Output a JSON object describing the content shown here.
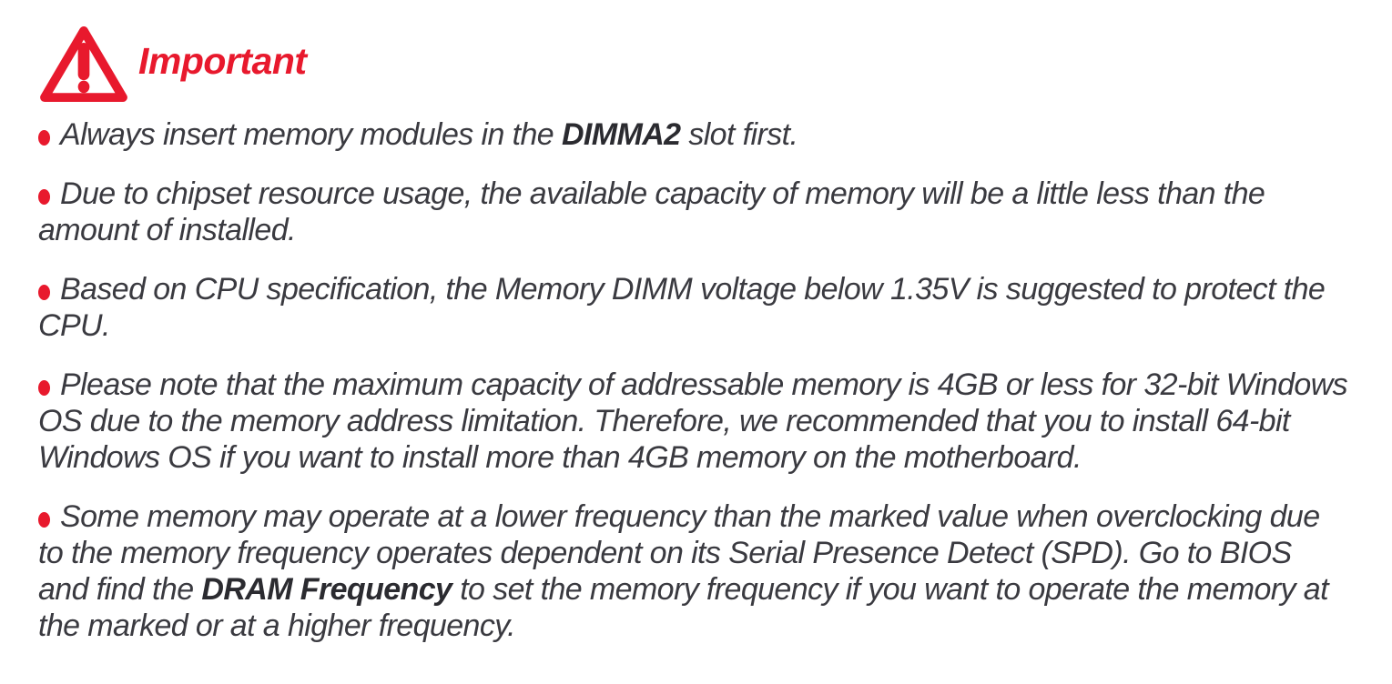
{
  "colors": {
    "accent": "#e8192d",
    "body_text": "#3a3a40"
  },
  "header": {
    "title": "Important",
    "icon": "warning-triangle-icon"
  },
  "notes": [
    {
      "segments": [
        {
          "text": "Always insert memory modules in the "
        },
        {
          "text": "DIMMA2",
          "bold": true
        },
        {
          "text": " slot first."
        }
      ]
    },
    {
      "segments": [
        {
          "text": "Due to chipset resource usage, the available capacity of memory will be a little less than the amount of installed."
        }
      ]
    },
    {
      "segments": [
        {
          "text": "Based on CPU specification, the Memory DIMM voltage below 1.35V is suggested to protect the CPU."
        }
      ]
    },
    {
      "segments": [
        {
          "text": "Please note that the maximum capacity of addressable memory is 4GB or less for 32-bit Windows OS due to the memory address limitation. Therefore, we recommended that you to install 64-bit Windows OS if you want to install more than 4GB memory on the motherboard."
        }
      ]
    },
    {
      "segments": [
        {
          "text": "Some memory may operate at a lower frequency than the marked value when overclocking due to the memory frequency operates dependent on its Serial Presence Detect (SPD). Go to BIOS and find the "
        },
        {
          "text": "DRAM Frequency",
          "bold": true
        },
        {
          "text": " to set the memory frequency if you want to operate the memory at the marked or at a higher frequency."
        }
      ]
    }
  ]
}
